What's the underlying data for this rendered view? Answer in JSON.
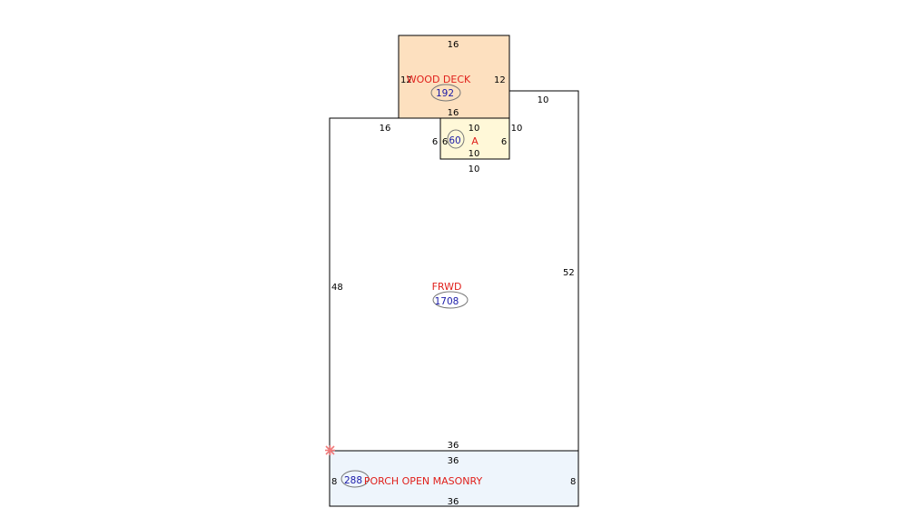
{
  "colors": {
    "label": "#e0201b",
    "area": "#1a1aa8",
    "deck_fill": "#fde0bf",
    "addition_fill": "#fff8d8",
    "porch_fill": "#eef5fc",
    "marker": "#f07a7a"
  },
  "marker_icon": "start-point-marker",
  "sections": {
    "wood_deck": {
      "label": "WOOD DECK",
      "area": "192",
      "dims": {
        "top": "16",
        "left": "12",
        "right": "12",
        "bottom": "16"
      }
    },
    "addition": {
      "label": "A",
      "area": "60",
      "dims": {
        "top": "10",
        "left_outer": "6",
        "left_inner": "6",
        "right": "6",
        "bottom": "10",
        "below": "10",
        "right_outer": "10"
      }
    },
    "main": {
      "label": "FRWD",
      "area": "1708",
      "dims": {
        "top_left": "16",
        "top_right": "10",
        "left": "48",
        "right": "52",
        "bottom": "36"
      }
    },
    "porch": {
      "label": "PORCH OPEN MASONRY",
      "area": "288",
      "dims": {
        "top": "36",
        "left": "8",
        "right": "8",
        "bottom": "36"
      }
    }
  }
}
